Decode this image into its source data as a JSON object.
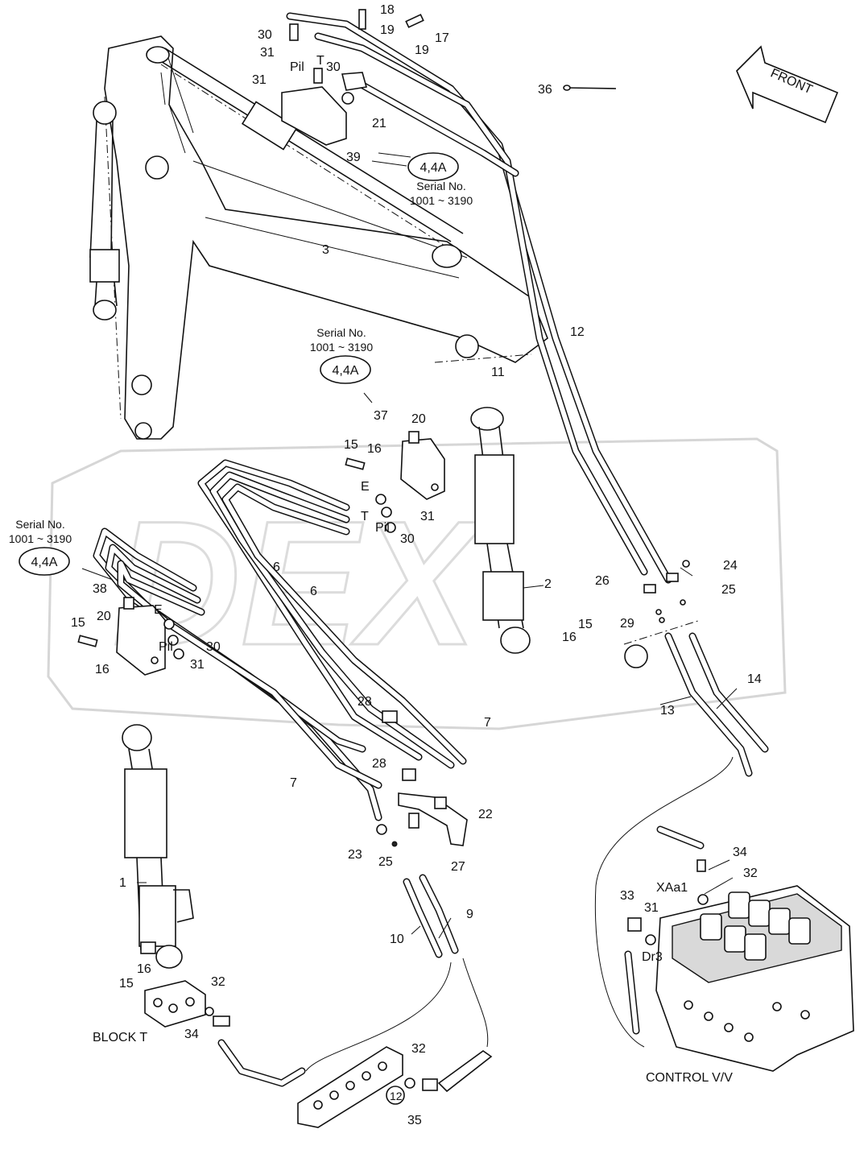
{
  "callouts": {
    "n18": "18",
    "n19a": "19",
    "n19b": "19",
    "n17": "17",
    "n30a": "30",
    "n31a": "31",
    "pil_top": "Pil",
    "t_top": "T",
    "n30b": "30",
    "n31b": "31",
    "n21": "21",
    "n39": "39",
    "n36": "36",
    "n3": "3",
    "n12": "12",
    "n11": "11",
    "n37": "37",
    "n20a": "20",
    "n15a": "15",
    "n16a": "16",
    "e_mid": "E",
    "t_mid": "T",
    "pil_mid": "Pil",
    "n31c": "31",
    "n30c": "30",
    "n6a": "6",
    "n6b": "6",
    "n2": "2",
    "n15b": "15",
    "n16b": "16",
    "n24": "24",
    "n26": "26",
    "n25a": "25",
    "n29": "29",
    "n14": "14",
    "n13": "13",
    "n38": "38",
    "e_left": "E",
    "n20b": "20",
    "n15c": "15",
    "n16c": "16",
    "pil_left": "Pil",
    "n30d": "30",
    "n31d": "31",
    "n28a": "28",
    "n7a": "7",
    "n7b": "7",
    "n28b": "28",
    "n22": "22",
    "n23": "23",
    "n25b": "25",
    "n27": "27",
    "n1": "1",
    "n9": "9",
    "n10": "10",
    "n16d": "16",
    "n15d": "15",
    "n32a": "32",
    "n34a": "34",
    "n32b": "32",
    "n35": "35",
    "n12c": "12",
    "n34b": "34",
    "n32c": "32",
    "xaa1": "XAa1",
    "n33": "33",
    "n31e": "31",
    "dr3": "Dr3"
  },
  "notes": {
    "serial_top_label": "Serial No.",
    "serial_top_range": "1001 ~ 3190",
    "serial_mid_label": "Serial No.",
    "serial_mid_range": "1001 ~ 3190",
    "serial_left_label": "Serial No.",
    "serial_left_range": "1001 ~ 3190",
    "ref_top": "4,4A",
    "ref_mid": "4,4A",
    "ref_left": "4,4A"
  },
  "labels": {
    "front": "FRONT",
    "block_t": "BLOCK T",
    "control_vv": "CONTROL V/V"
  },
  "icons": {
    "front_arrow": "front-arrow-icon"
  }
}
